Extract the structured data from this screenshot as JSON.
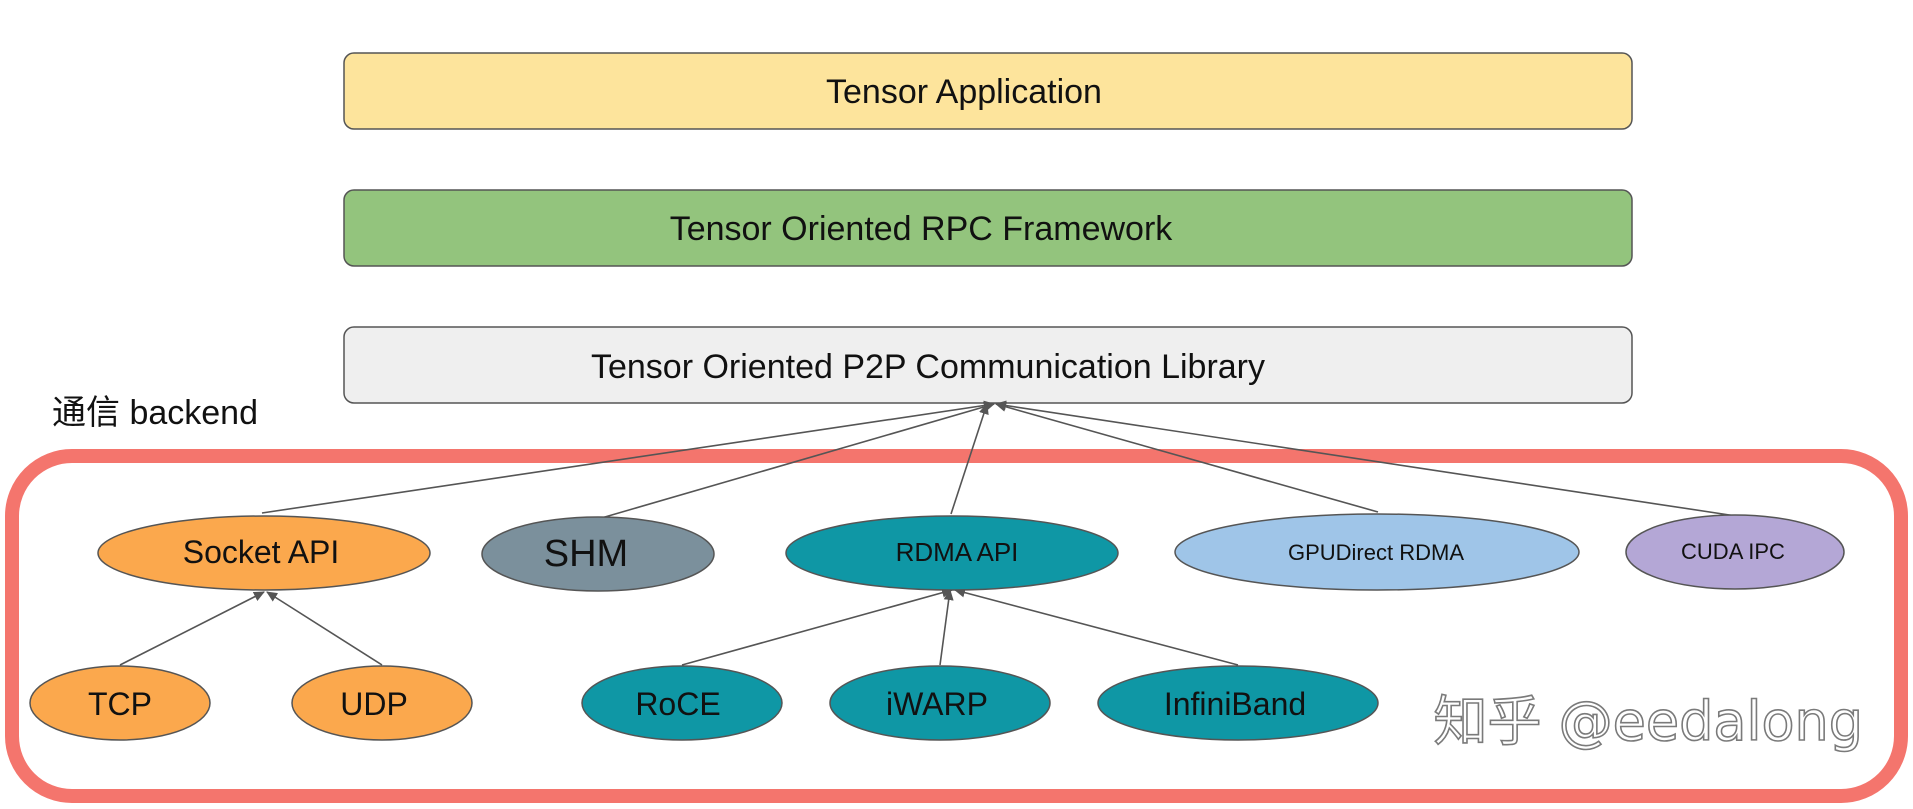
{
  "colors": {
    "application_fill": "#fde49c",
    "rpc_fill": "#93c47d",
    "p2p_fill": "#efefef",
    "backend_frame": "#f4756d",
    "socket_fill": "#fba84d",
    "shm_fill": "#7b909c",
    "rdma_fill": "#0f97a5",
    "gpudirect_fill": "#9fc5e8",
    "cuda_fill": "#b4a7d6",
    "edge": "#555555",
    "outline": "#555555"
  },
  "layers": {
    "application": "Tensor Application",
    "rpc": "Tensor Oriented RPC Framework",
    "p2p": "Tensor Oriented P2P Communication Library"
  },
  "backend": {
    "title": "通信 backend",
    "nodes": {
      "socket": "Socket API",
      "shm": "SHM",
      "rdma": "RDMA API",
      "gpudirect": "GPUDirect RDMA",
      "cuda_ipc": "CUDA IPC",
      "tcp": "TCP",
      "udp": "UDP",
      "roce": "RoCE",
      "iwarp": "iWARP",
      "infiniband": "InfiniBand"
    }
  },
  "watermark": "知乎 @eedalong"
}
